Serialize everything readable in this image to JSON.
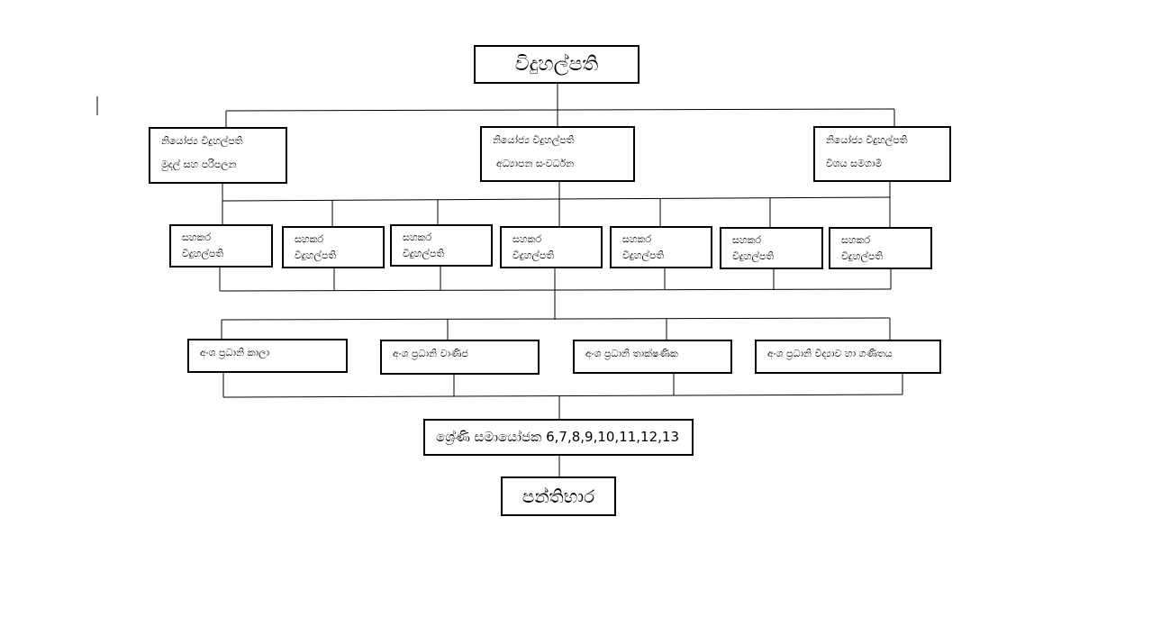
{
  "principal": "විදුහල්පති",
  "deputies": [
    {
      "title": "නියෝජ්‍ය විදුහල්පති",
      "area": "මුදල් සහ පරිපලන"
    },
    {
      "title": "නියෝජ්‍ය විදුහල්පති",
      "area": "අධ්‍යාපන සංවර්ධන"
    },
    {
      "title": "නියෝජ්‍ය විදුහල්පති",
      "area": "විශය සමගාමී"
    }
  ],
  "assistants": [
    {
      "line1": "සහකර",
      "line2": "විදුහල්පති"
    },
    {
      "line1": "සහකර",
      "line2": "විදුහල්පති"
    },
    {
      "line1": "සහකර",
      "line2": "විදුහල්පති"
    },
    {
      "line1": "සහකර",
      "line2": "විදුහල්පති"
    },
    {
      "line1": "සහකර",
      "line2": "විදුහල්පති"
    },
    {
      "line1": "සහකර",
      "line2": "විදුහල්පති"
    },
    {
      "line1": "සහකර",
      "line2": "විදුහල්පති"
    }
  ],
  "sections": [
    "අංශ ප්‍රධානි කාලා",
    "අංශ ප්‍රධානි වාණිජ",
    "අංශ ප්‍රධානි තාක්ෂණික",
    "අංශ ප්‍රධානි විද්‍යාව හා ගණිතය"
  ],
  "grade_coordinator": "ශ්‍රේණි සමායෝජක 6,7,8,9,10,11,12,13",
  "class_teacher": "පන්තිභාර"
}
